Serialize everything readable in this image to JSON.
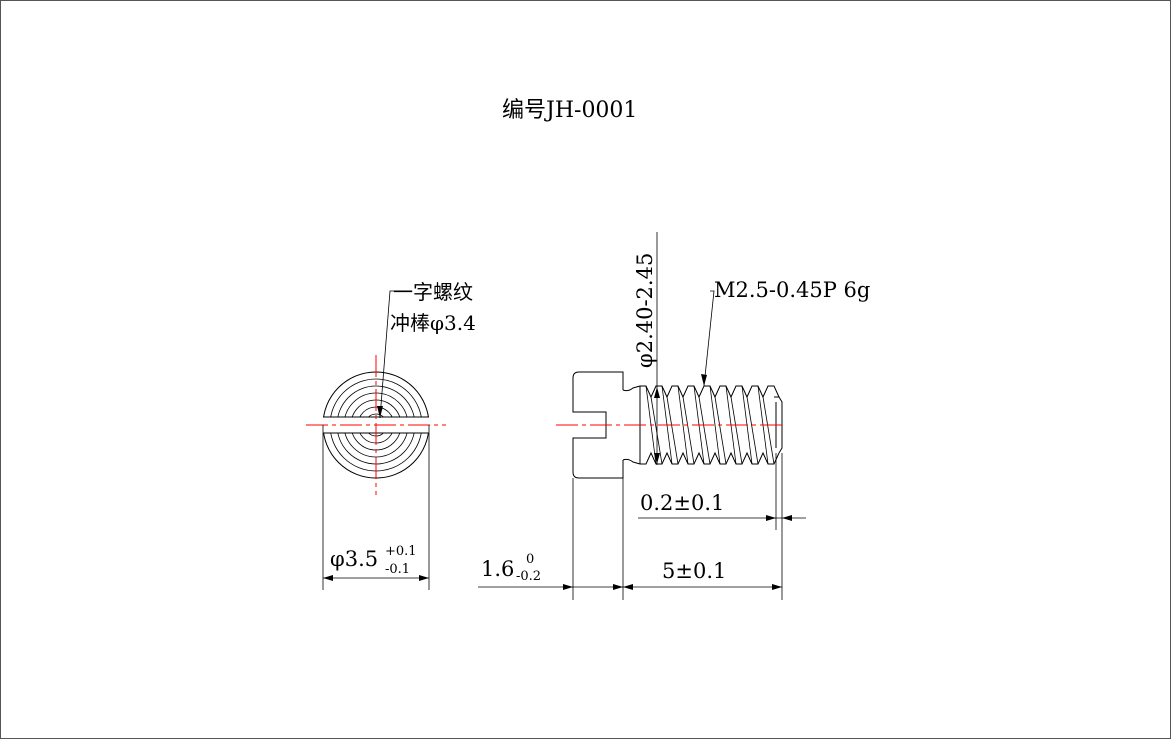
{
  "drawing": {
    "title": "编号JH-0001",
    "slot_note_line1": "一字螺纹",
    "slot_note_line2": "冲棒φ3.4",
    "thread_spec": "M2.5-0.45P 6g",
    "minor_diameter": "φ2.40-2.45",
    "head_diameter": "φ3.5",
    "head_diameter_tol_upper": "+0.1",
    "head_diameter_tol_lower": "-0.1",
    "head_length": "1.6",
    "head_length_tol_upper": "0",
    "head_length_tol_lower": "-0.2",
    "chamfer_dim": "0.2±0.1",
    "length_dim": "5±0.1"
  },
  "colors": {
    "line": "#000000",
    "centerline": "#ff0000",
    "frame": "#555555"
  }
}
